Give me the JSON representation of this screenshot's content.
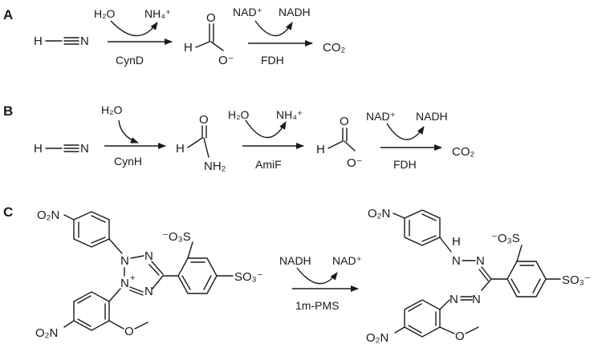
{
  "panels": {
    "a": {
      "label": "A",
      "hcn": {
        "h": "H",
        "n": "N"
      },
      "step1": {
        "reactant": "H₂O",
        "product": "NH₄⁺",
        "enzyme": "CynD"
      },
      "formate": {
        "h": "H",
        "o_top": "O",
        "o_minus": "O⁻"
      },
      "step2": {
        "reactant": "NAD⁺",
        "product": "NADH",
        "enzyme": "FDH"
      },
      "final_product": "CO₂"
    },
    "b": {
      "label": "B",
      "hcn": {
        "h": "H",
        "n": "N"
      },
      "step1": {
        "reactant": "H₂O",
        "enzyme": "CynH"
      },
      "formamide": {
        "h": "H",
        "o_top": "O",
        "nh2": "NH₂"
      },
      "step2": {
        "reactant": "H₂O",
        "product": "NH₄⁺",
        "enzyme": "AmiF"
      },
      "formate": {
        "h": "H",
        "o_top": "O",
        "o_minus": "O⁻"
      },
      "step3": {
        "reactant": "NAD⁺",
        "product": "NADH",
        "enzyme": "FDH"
      },
      "final_product": "CO₂"
    },
    "c": {
      "label": "C",
      "tetrazolium": {
        "no2_top": "O₂N",
        "no2_bottom": "O₂N",
        "n1": "N",
        "n2": "N",
        "n3": "N",
        "n4": "N",
        "plus": "+",
        "so3_ortho": "⁻O₃S",
        "so3_para": "SO₃⁻",
        "methoxy": "O"
      },
      "step": {
        "reactant": "NADH",
        "product": "NAD⁺",
        "enzyme": "1m-PMS"
      },
      "formazan": {
        "no2_top": "O₂N",
        "no2_bottom": "O₂N",
        "h": "H",
        "n_a": "N",
        "n_b": "N",
        "n_c": "N",
        "n_d": "N",
        "so3_ortho": "⁻O₃S",
        "so3_para": "SO₃⁻",
        "methoxy": "O"
      }
    }
  }
}
